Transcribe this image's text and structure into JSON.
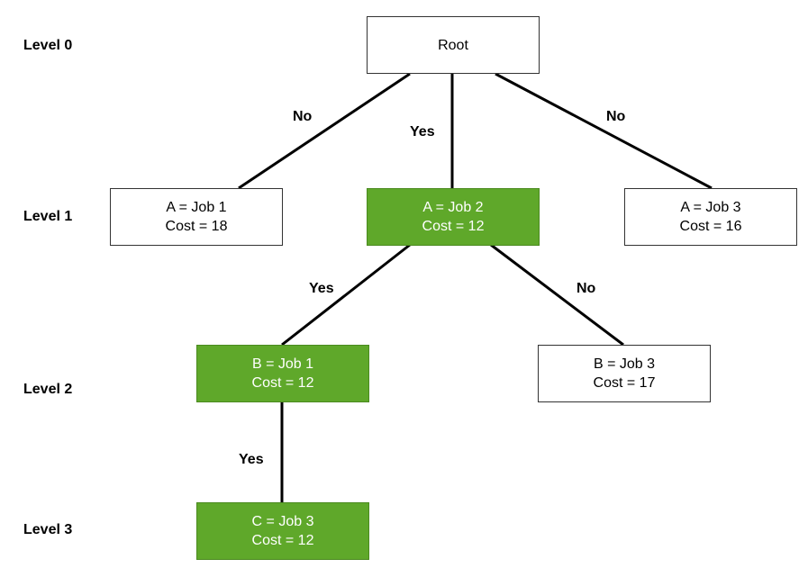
{
  "levels": [
    "Level 0",
    "Level 1",
    "Level 2",
    "Level 3"
  ],
  "colors": {
    "selected_fill": "#5fa82a",
    "default_fill": "#ffffff",
    "edge": "#000000"
  },
  "nodes": {
    "root": {
      "line1": "Root",
      "line2": "",
      "selected": false
    },
    "a_job1": {
      "line1": "A = Job 1",
      "line2": "Cost = 18",
      "selected": false
    },
    "a_job2": {
      "line1": "A = Job 2",
      "line2": "Cost = 12",
      "selected": true
    },
    "a_job3": {
      "line1": "A = Job 3",
      "line2": "Cost = 16",
      "selected": false
    },
    "b_job1": {
      "line1": "B = Job 1",
      "line2": "Cost = 12",
      "selected": true
    },
    "b_job3": {
      "line1": "B = Job 3",
      "line2": "Cost = 17",
      "selected": false
    },
    "c_job3": {
      "line1": "C = Job 3",
      "line2": "Cost = 12",
      "selected": true
    }
  },
  "edges": {
    "root_a1": "No",
    "root_a2": "Yes",
    "root_a3": "No",
    "a2_b1": "Yes",
    "a2_b3": "No",
    "b1_c3": "Yes"
  }
}
